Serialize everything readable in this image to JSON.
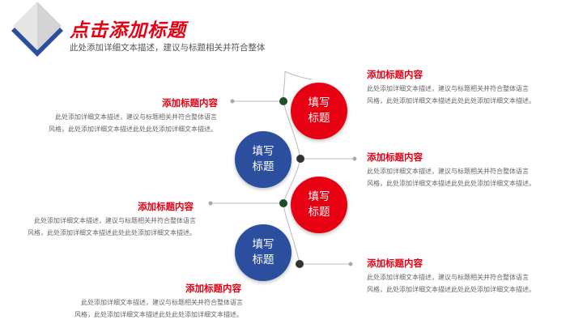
{
  "header": {
    "title": "点击添加标题",
    "subtitle": "此处添加详细文本描述，建议与标题相关并符合整体"
  },
  "nodes": [
    {
      "label": "填写\n标题",
      "color": "red"
    },
    {
      "label": "填写\n标题",
      "color": "blue"
    },
    {
      "label": "填写\n标题",
      "color": "red"
    },
    {
      "label": "填写\n标题",
      "color": "blue"
    }
  ],
  "items": [
    {
      "title": "添加标题内容",
      "desc_line1": "此处添加详细文本描述，建议与标题相关并符合整体语言",
      "desc_line2": "风格，此处添加详细文本描述此处此处添加详细文本描述。"
    },
    {
      "title": "添加标题内容",
      "desc_line1": "此处添加详细文本描述，建议与标题相关并符合整体语言",
      "desc_line2": "风格，此处添加详细文本描述此处此处添加详细文本描述。"
    },
    {
      "title": "添加标题内容",
      "desc_line1": "此处添加详细文本描述，建议与标题相关并符合整体语言",
      "desc_line2": "风格，此处添加详细文本描述此处此处添加详细文本描述。"
    },
    {
      "title": "添加标题内容",
      "desc_line1": "此处添加详细文本描述，建议与标题相关并符合整体语言",
      "desc_line2": "风格，此处添加详细文本描述此处此处添加详细文本描述。"
    },
    {
      "title": "添加标题内容",
      "desc_line1": "此处添加详细文本描述，建议与标题相关并符合整体语言",
      "desc_line2": "风格，此处添加详细文本描述此处此处添加详细文本描述。"
    },
    {
      "title": "添加标题内容",
      "desc_line1": "此处添加详细文本描述，建议与标题相关并符合整体语言",
      "desc_line2": "风格，此处添加详细文本描述此处此处添加详细文本描述。"
    }
  ],
  "colors": {
    "accent_red": "#e60012",
    "accent_blue": "#2b4f9e"
  }
}
